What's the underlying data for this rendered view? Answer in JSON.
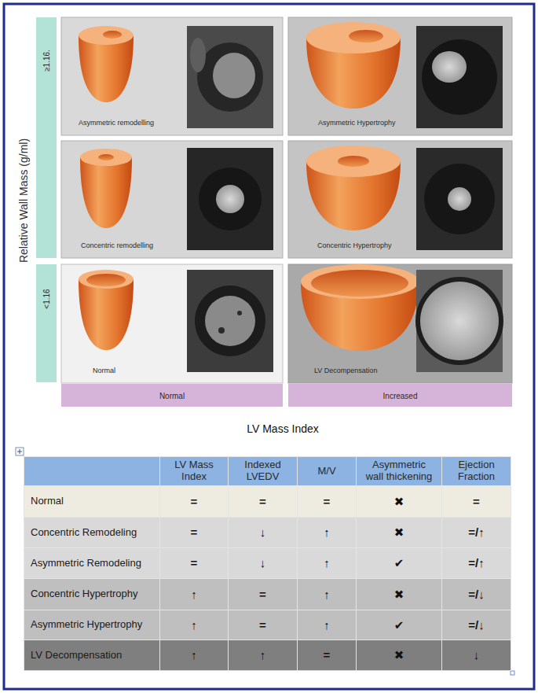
{
  "diagram": {
    "nodes": [
      {
        "text": [
          "≥1.16."
        ]
      },
      {
        "text": [
          "Asymmetric remodelling"
        ]
      },
      {
        "text": [
          "Asymmetric Hypertrophy"
        ]
      },
      {
        "text": [
          "Concentric remodelling"
        ]
      },
      {
        "text": [
          "Concentric Hypertrophy"
        ]
      },
      {
        "text": [
          "<1.16"
        ]
      },
      {
        "text": [
          "Normal"
        ]
      },
      {
        "text": [
          "LV Decompensation"
        ]
      },
      {
        "text": [
          "Normal"
        ]
      },
      {
        "text": [
          "Increased"
        ]
      }
    ],
    "labels": [
      "Relative Wall Mass (g/ml)",
      "LV Mass Index",
      "LV Mass Index",
      "Indexed LVEDV",
      "M/V",
      "Asymmetric wall thickening",
      "Ejection Fraction",
      "Normal",
      "=",
      "=",
      "=",
      "✖",
      "=",
      "Concentric Remodeling",
      "=",
      "↓",
      "↑",
      "✖",
      "=/↑",
      "Asymmetric Remodeling",
      "=",
      "↓",
      "↑",
      "✔",
      "=/↑",
      "Concentric Hypertrophy",
      "↑",
      "=",
      "↑",
      "✖",
      "=/↓",
      "Asymmetric Hypertrophy",
      "↑",
      "=",
      "↑",
      "✔",
      "=/↓",
      "LV Decompensation",
      "↑",
      "↑",
      "=",
      "✖",
      "↓"
    ]
  }
}
